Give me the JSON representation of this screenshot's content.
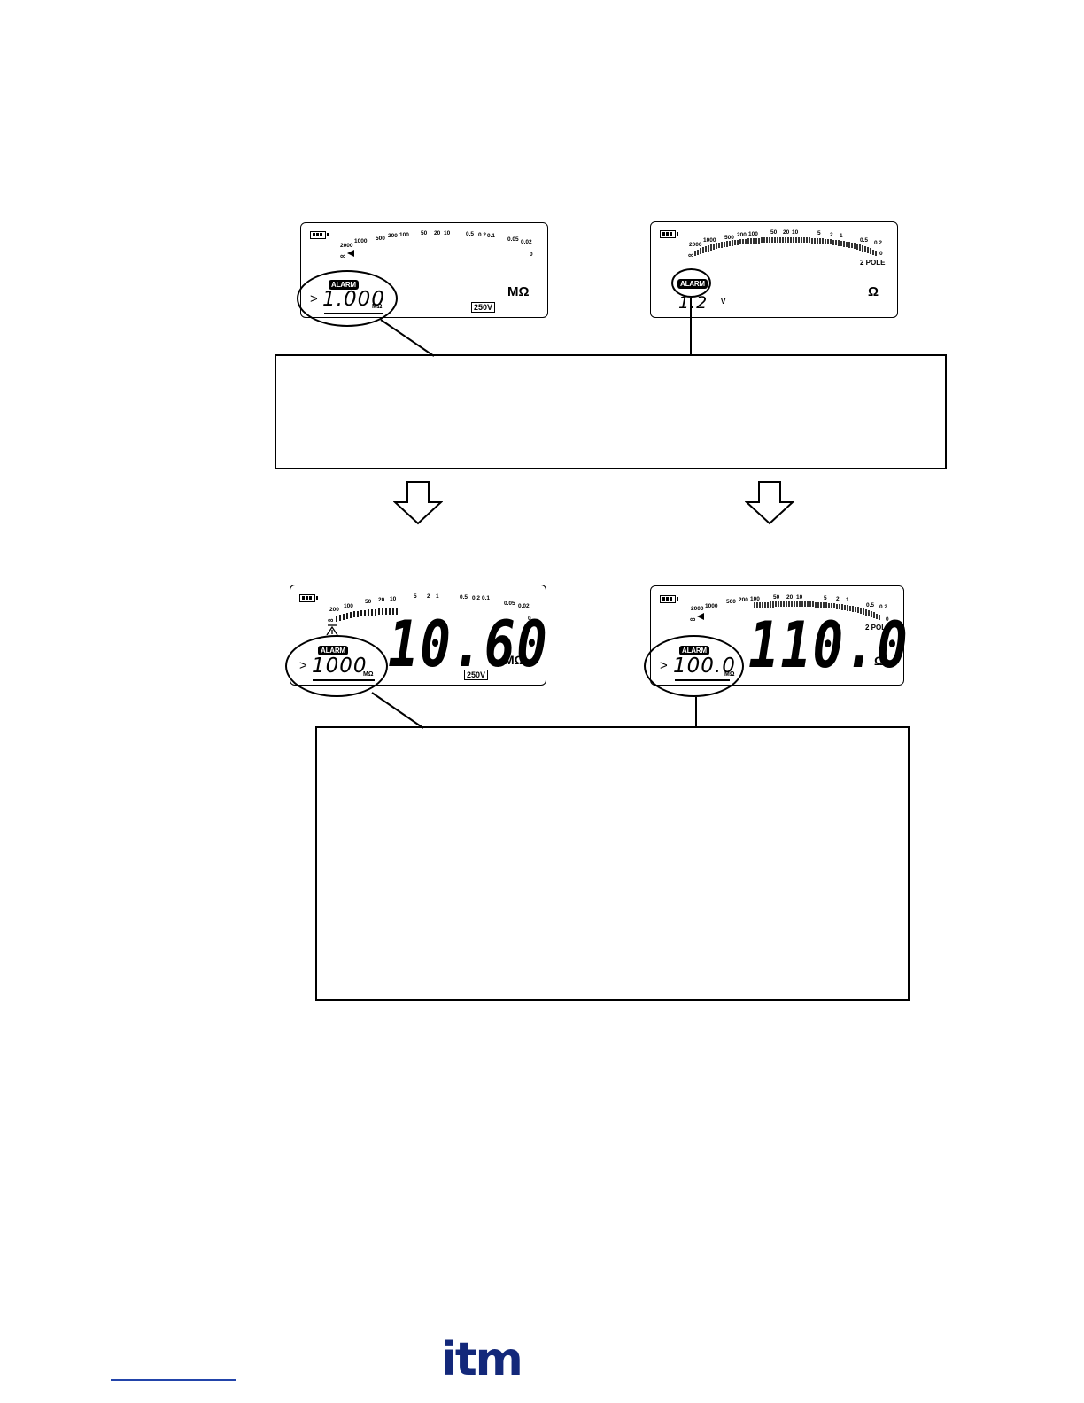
{
  "displays": {
    "top_left": {
      "scale_labels": [
        "2000",
        "1000",
        "500",
        "200",
        "100",
        "50",
        "20",
        "10",
        "0.5",
        "0.2",
        "0.1",
        "0.05",
        "0.02",
        "0"
      ],
      "infinity": "∞",
      "alarm_label": "ALARM",
      "prefix": ">",
      "alarm_value": "1.000",
      "alarm_unit": "MΩ",
      "voltage": "250V",
      "main_unit": "MΩ"
    },
    "top_right": {
      "scale_labels": [
        "2000",
        "1000",
        "500",
        "200",
        "100",
        "50",
        "20",
        "10",
        "5",
        "2",
        "1",
        "0.5",
        "0.2",
        "0"
      ],
      "infinity": "∞",
      "mode": "2 POLE",
      "alarm_label": "ALARM",
      "voltage_value": "1.2",
      "voltage_unit": "V",
      "main_unit": "Ω"
    },
    "bottom_left": {
      "scale_labels": [
        "200",
        "100",
        "50",
        "20",
        "10",
        "5",
        "2",
        "1",
        "0.5",
        "0.2",
        "0.1",
        "0.05",
        "0.02",
        "0"
      ],
      "infinity": "∞",
      "alarm_label": "ALARM",
      "prefix": ">",
      "alarm_value": "1000",
      "alarm_unit": "MΩ",
      "reading": "10.60",
      "main_unit": "MΩ",
      "voltage": "250V"
    },
    "bottom_right": {
      "scale_labels": [
        "2000",
        "1000",
        "500",
        "200",
        "100",
        "50",
        "20",
        "10",
        "5",
        "2",
        "1",
        "0.5",
        "0.2",
        "0"
      ],
      "infinity": "∞",
      "mode": "2 POLE",
      "alarm_label": "ALARM",
      "prefix": ">",
      "alarm_value": "100.0",
      "alarm_unit": "MΩ",
      "reading": "110.0",
      "main_unit": "Ω"
    }
  },
  "footer": {
    "logo": "itm"
  }
}
